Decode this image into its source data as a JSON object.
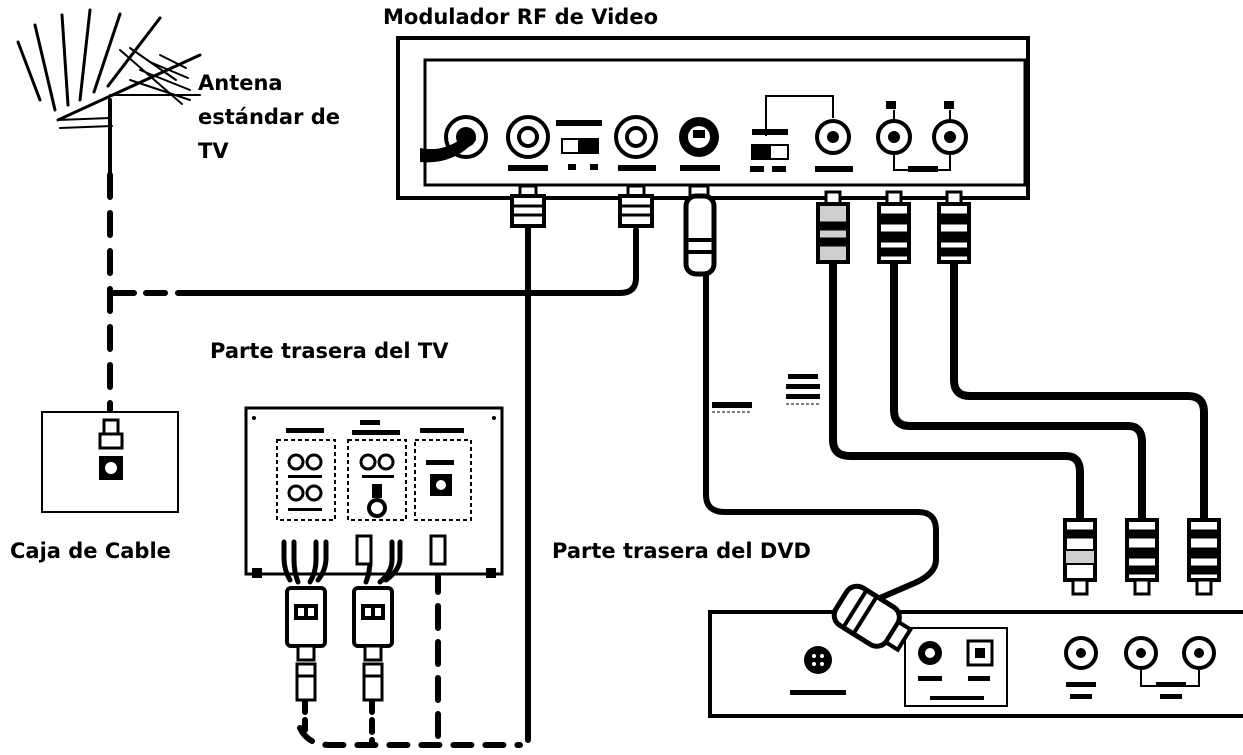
{
  "labels": {
    "modulator": "Modulador RF de Video",
    "antenna_line1": "Antena",
    "antenna_line2": "estándar de",
    "antenna_line3": "TV",
    "tv_back": "Parte trasera del TV",
    "cable_box": "Caja de Cable",
    "dvd_back": "Parte trasera del DVD"
  },
  "colors": {
    "ink": "#000000",
    "paper": "#ffffff",
    "light_grey": "#cfcfcf"
  }
}
